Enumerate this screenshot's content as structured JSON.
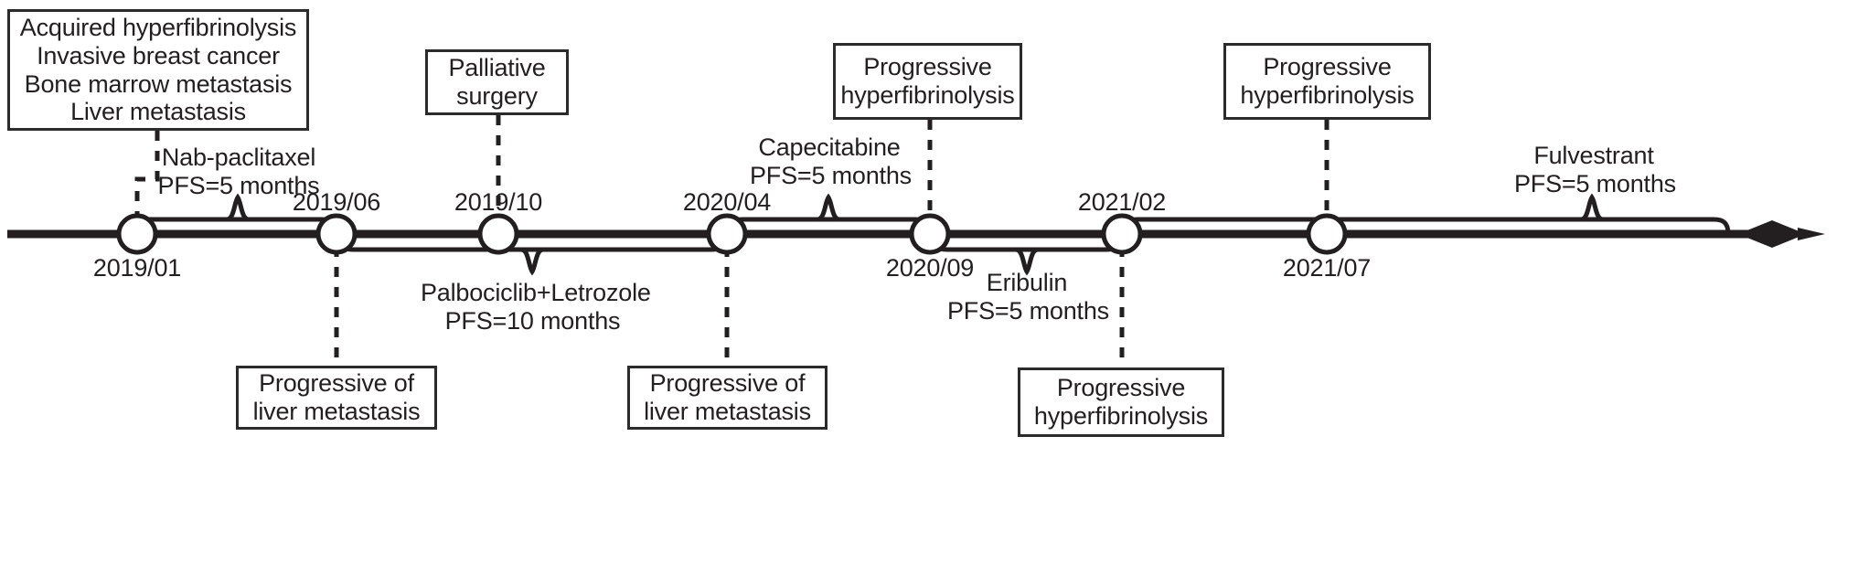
{
  "figure": {
    "type": "clinical-timeline",
    "orientation": "horizontal",
    "axis_label_above": "dates",
    "arrow_end": "right"
  },
  "timeline": {
    "nodes": [
      {
        "id": "n1",
        "date": "2019/01",
        "date_position": "below"
      },
      {
        "id": "n2",
        "date": "2019/06",
        "date_position": "above"
      },
      {
        "id": "n3",
        "date": "2019/10",
        "date_position": "above"
      },
      {
        "id": "n4",
        "date": "2020/04",
        "date_position": "above"
      },
      {
        "id": "n5",
        "date": "2020/09",
        "date_position": "below"
      },
      {
        "id": "n6",
        "date": "2021/02",
        "date_position": "above"
      },
      {
        "id": "n7",
        "date": "2021/07",
        "date_position": "below"
      }
    ]
  },
  "treatments": [
    {
      "id": "t1",
      "name": "Nab-paclitaxel",
      "pfs": "PFS=5 months",
      "from": "2019/01",
      "to": "2019/06",
      "brace_side": "above"
    },
    {
      "id": "t2",
      "name": "Palbociclib+Letrozole",
      "pfs": "PFS=10 months",
      "from": "2019/06",
      "to": "2020/04",
      "brace_side": "below"
    },
    {
      "id": "t3",
      "name": "Capecitabine",
      "pfs": "PFS=5 months",
      "from": "2020/04",
      "to": "2020/09",
      "brace_side": "above"
    },
    {
      "id": "t4",
      "name": "Eribulin",
      "pfs": "PFS=5 months",
      "from": "2020/09",
      "to": "2021/02",
      "brace_side": "below"
    },
    {
      "id": "t5",
      "name": "Fulvestrant",
      "pfs": "PFS=5 months",
      "from": "2021/02",
      "to": "2021/07",
      "brace_side": "above"
    }
  ],
  "events_above": [
    {
      "id": "e1",
      "anchor_date": "2019/01",
      "lines": [
        "Acquired hyperfibrinolysis",
        "Invasive breast cancer",
        "Bone marrow metastasis",
        "Liver metastasis"
      ]
    },
    {
      "id": "e2",
      "anchor_date": "2019/10",
      "lines": [
        "Palliative",
        "surgery"
      ]
    },
    {
      "id": "e3",
      "anchor_date": "2020/09",
      "lines": [
        "Progressive",
        "hyperfibrinolysis"
      ]
    },
    {
      "id": "e4",
      "anchor_date": "2021/07",
      "lines": [
        "Progressive",
        "hyperfibrinolysis"
      ]
    }
  ],
  "events_below": [
    {
      "id": "e5",
      "anchor_date": "2019/06",
      "lines": [
        "Progressive of",
        "liver metastasis"
      ]
    },
    {
      "id": "e6",
      "anchor_date": "2020/04",
      "lines": [
        "Progressive of",
        "liver metastasis"
      ]
    },
    {
      "id": "e7",
      "anchor_date": "2021/02",
      "lines": [
        "Progressive",
        "hyperfibrinolysis"
      ]
    }
  ],
  "colors": {
    "ink": "#231f20",
    "stroke": "#2b2b2b",
    "background": "#ffffff"
  }
}
